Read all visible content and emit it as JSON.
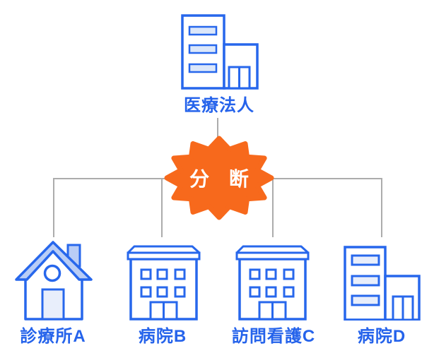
{
  "diagram": {
    "root": {
      "label": "医療法人",
      "icon": "office-building-icon"
    },
    "badge": {
      "label": "分 断",
      "shape": "starburst",
      "fill": "#f7691c",
      "text_color": "#ffffff"
    },
    "children": [
      {
        "label": "診療所A",
        "icon": "house-icon"
      },
      {
        "label": "病院B",
        "icon": "hospital-building-icon"
      },
      {
        "label": "訪問看護C",
        "icon": "hospital-building-icon"
      },
      {
        "label": "病院D",
        "icon": "office-building-icon"
      }
    ],
    "colors": {
      "outline_blue": "#2767ec",
      "label_blue": "#2563eb",
      "roof_light_blue": "#b9cdf6",
      "window_pale_blue": "#dce7fa",
      "door_pale_blue": "#e8eefb",
      "connector_gray": "#acacac",
      "badge_orange": "#f7691c",
      "background": "#ffffff"
    }
  }
}
